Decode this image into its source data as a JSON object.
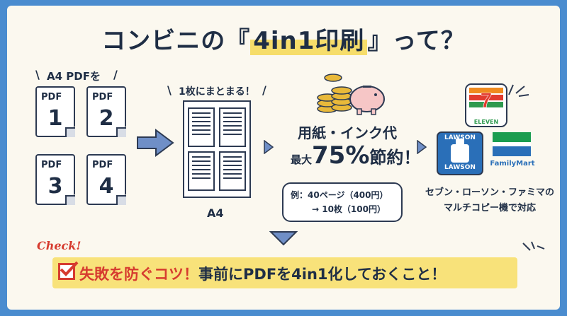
{
  "title": {
    "before": "コンビニの『",
    "highlight": "4in1印刷",
    "after": "』って？"
  },
  "pdf_label": "A4 PDFを",
  "pdf_docs": [
    {
      "tag": "PDF",
      "number": "1"
    },
    {
      "tag": "PDF",
      "number": "2"
    },
    {
      "tag": "PDF",
      "number": "3"
    },
    {
      "tag": "PDF",
      "number": "4"
    }
  ],
  "combine_label": "1枚にまとまる！",
  "sheet_caption": "A4",
  "savings": {
    "line1": "用紙・インク代",
    "prefix": "最大",
    "percent": "75%",
    "suffix": "節約！"
  },
  "example": {
    "line1": "例：40ページ（400円）",
    "line2": "→ 10枚（100円）"
  },
  "stores": {
    "seven": "ELEVEN",
    "lawson": "LAWSON",
    "familymart": "FamilyMart",
    "caption_line1": "セブン・ローソン・ファミマの",
    "caption_line2": "マルチコピー機で対応"
  },
  "check": {
    "word": "Check!",
    "highlight": "失敗を防ぐコツ！",
    "rest": "事前にPDFを4in1化しておくこと！"
  },
  "colors": {
    "background": "#4a8ccf",
    "card": "#fbf8ef",
    "ink": "#1f2e45",
    "accent_red": "#d63b2f",
    "highlight": "#f6dd6a",
    "seven_green": "#2f9a4f",
    "seven_orange": "#f08a1e",
    "lawson_blue": "#2a6fb8",
    "familymart_green": "#1b9d50"
  },
  "icons": [
    "coins-icon",
    "piggy-bank-icon",
    "arrow-right-icon",
    "arrow-down-icon",
    "checkbox-icon",
    "sparkle-icon"
  ]
}
